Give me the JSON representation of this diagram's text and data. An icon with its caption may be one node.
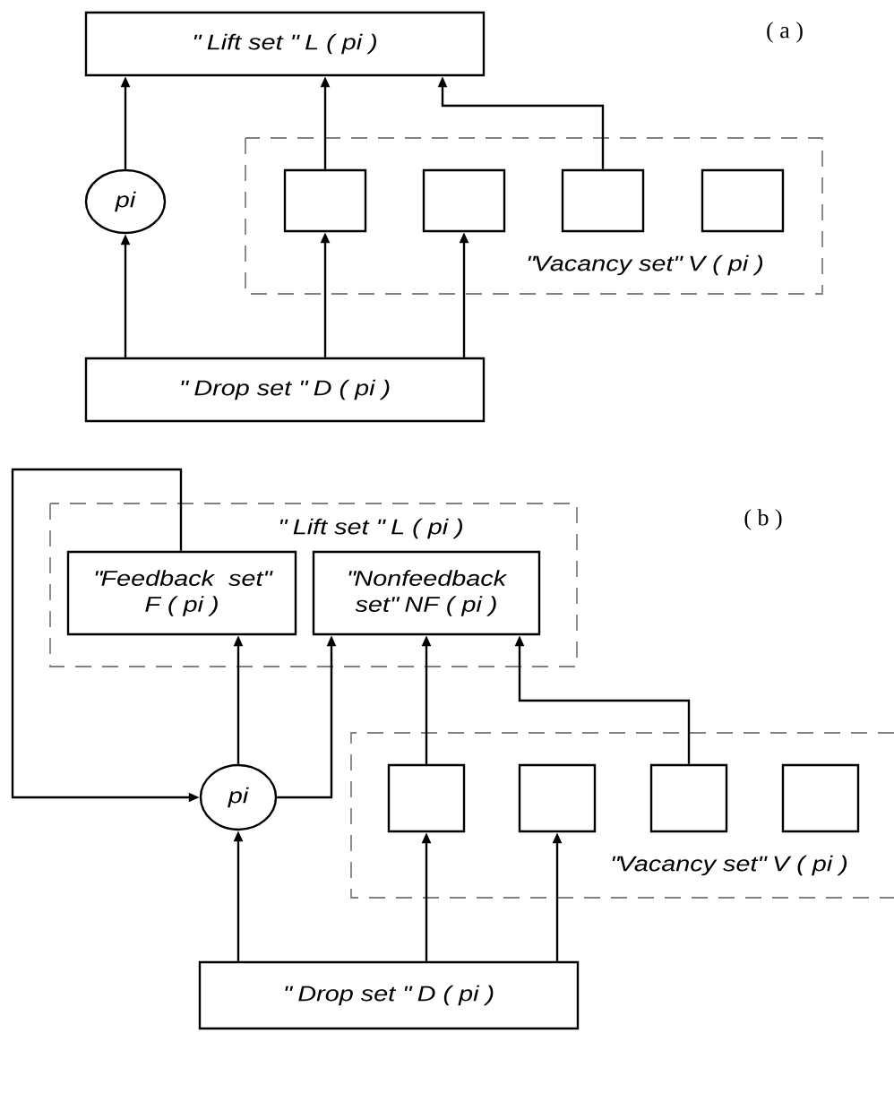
{
  "diagram": {
    "nodes": [
      {
        "text": [
          "\" Lift set \" L ( pi )"
        ]
      },
      {
        "text": [
          "pi"
        ]
      },
      {
        "text": [
          "\"Vacancy set\" V ( pi )"
        ]
      },
      {
        "text": [],
        "shape": "box",
        "in": 2
      },
      {
        "text": [],
        "shape": "box",
        "in": 2
      },
      {
        "text": [],
        "shape": "box",
        "in": 2
      },
      {
        "text": [],
        "shape": "box",
        "in": 2
      },
      {
        "text": [
          "\" Drop set \" D ( pi )"
        ]
      },
      {
        "text": [
          "\" Lift set \" L ( pi )"
        ]
      },
      {
        "text": [
          "\"Feedback set\" F ( pi )"
        ],
        "in": 8
      },
      {
        "text": [
          "\"Nonfeedback set\" NF ( pi )"
        ],
        "in": 8
      },
      {
        "text": [
          "pi"
        ]
      },
      {
        "text": [
          "\"Vacancy set\" V ( pi )"
        ]
      },
      {
        "text": [],
        "shape": "box",
        "in": 12
      },
      {
        "text": [],
        "shape": "box",
        "in": 12
      },
      {
        "text": [],
        "shape": "box",
        "in": 12
      },
      {
        "text": [],
        "shape": "box",
        "in": 12
      },
      {
        "text": [
          "\" Drop set \" D ( pi )"
        ]
      }
    ],
    "edges": [
      {
        "from": 7,
        "to": 1,
        "arrow": "to"
      },
      {
        "from": 1,
        "to": 0,
        "arrow": "to"
      },
      {
        "from": 3,
        "to": 0,
        "arrow": "to"
      },
      {
        "from": 7,
        "to": 3,
        "arrow": "to"
      },
      {
        "from": 7,
        "to": 4,
        "arrow": "to"
      },
      {
        "from": 5,
        "to": 0,
        "arrow": "to"
      },
      {
        "from": 9,
        "to": 11,
        "arrow": "to"
      },
      {
        "from": 11,
        "to": 9,
        "arrow": "to"
      },
      {
        "from": 11,
        "to": 10,
        "arrow": "to"
      },
      {
        "from": 13,
        "to": 10,
        "arrow": "to"
      },
      {
        "from": 15,
        "to": 10,
        "arrow": "to"
      },
      {
        "from": 17,
        "to": 11,
        "arrow": "to"
      },
      {
        "from": 17,
        "to": 13,
        "arrow": "to"
      },
      {
        "from": 17,
        "to": 14,
        "arrow": "to"
      }
    ],
    "labels": [
      "( a )",
      "( b )"
    ]
  }
}
